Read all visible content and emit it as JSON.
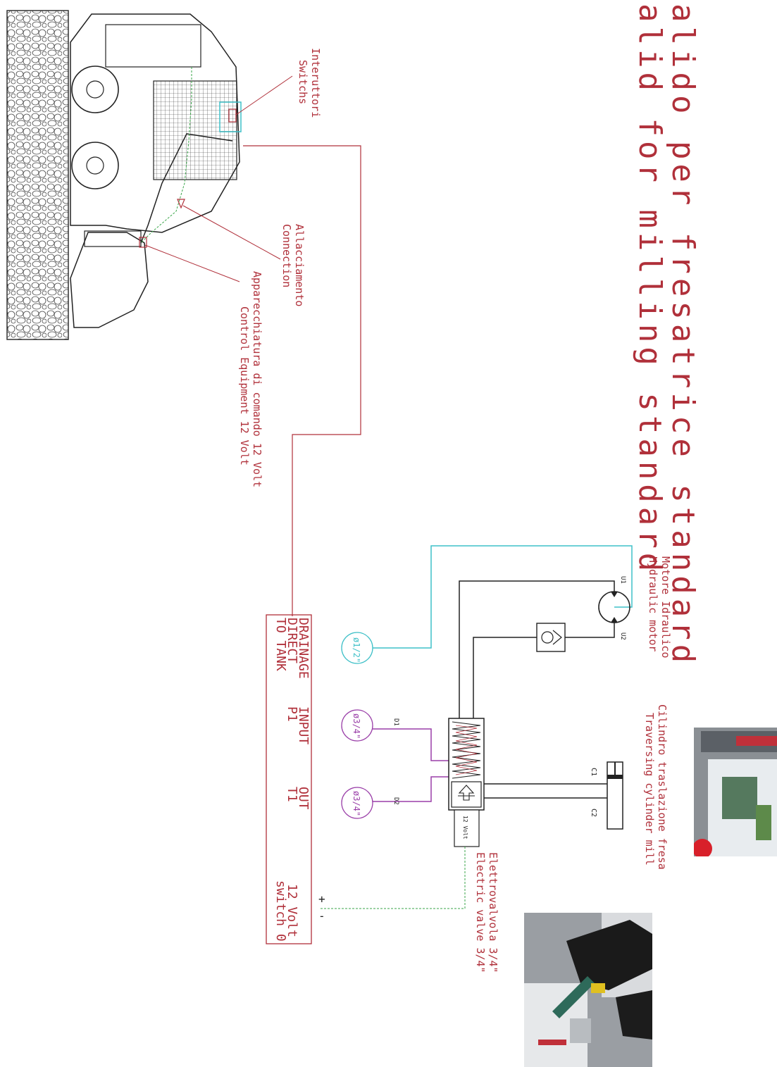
{
  "title": {
    "line1": "alido per fresatrice standard",
    "line2": "alid for milling standard"
  },
  "labels": {
    "switches_it": "Interuttori",
    "switches_en": "Switchs",
    "connection_it": "Allacciamento",
    "connection_en": "Connection",
    "control_it": "Apparecchiatura di comando 12 Volt",
    "control_en": "Control Equipment 12 Volt",
    "motor_it": "Motore Idraulico",
    "motor_en": "Hydraulic motor",
    "cylinder_it": "Cilindro traslazione fresa",
    "cylinder_en": "Traversing cylinder mill",
    "valve_it": "Elettrovalvola 3/4\"",
    "valve_en": "Electric valve 3/4\"",
    "valve_voltage": "12 Volt"
  },
  "ports": {
    "u1": "U1",
    "u2": "U2",
    "c1": "C1",
    "c2": "C2",
    "d1": "D1",
    "d2": "D2",
    "drain_size": "ø1/2\"",
    "input_size": "ø3/4\"",
    "output_size": "ø3/4\""
  },
  "panel": {
    "drainage_l1": "DRAINAGE",
    "drainage_l2": "DIRECT",
    "drainage_l3": "TO TANK",
    "input_l1": "INPUT",
    "input_l2": "P1",
    "out_l1": "OUT",
    "out_l2": "T1",
    "switch_l1": "12 Volt",
    "switch_l2": "switch 0",
    "plus": "+",
    "minus": "-"
  },
  "colors": {
    "red": "#b0303a",
    "cyan": "#3fc0c8",
    "purple": "#9a3fa8",
    "green": "#3aa64a",
    "black": "#222222"
  }
}
